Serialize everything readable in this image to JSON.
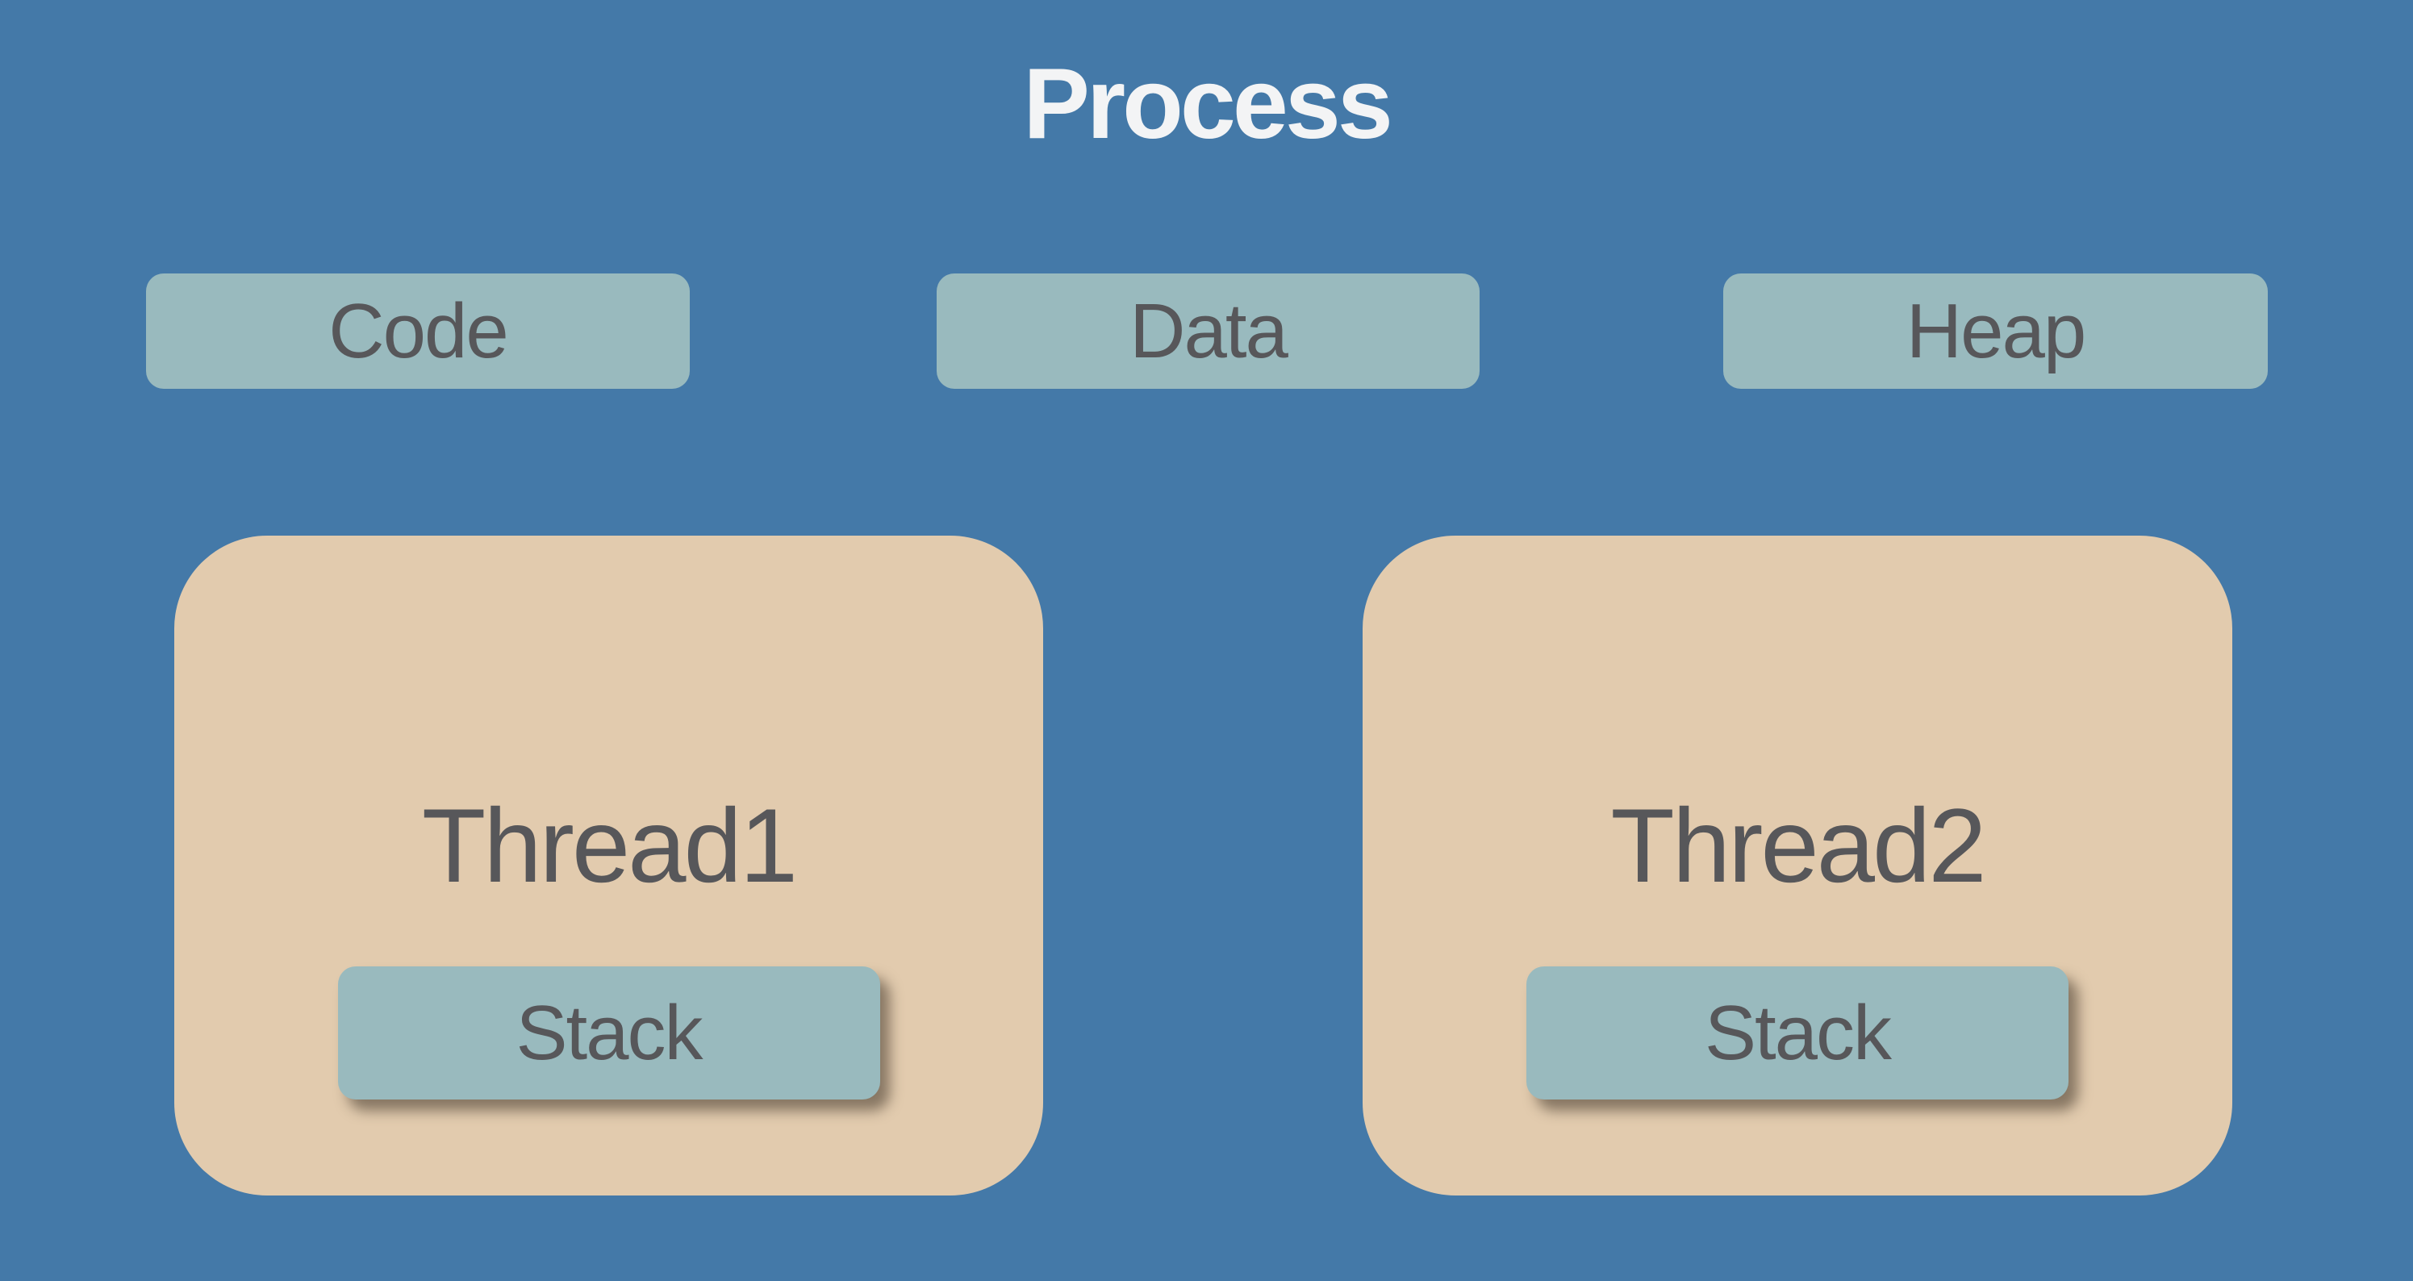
{
  "diagram": {
    "title": "Process",
    "memory_segments": [
      {
        "label": "Code"
      },
      {
        "label": "Data"
      },
      {
        "label": "Heap"
      }
    ],
    "threads": [
      {
        "label": "Thread1",
        "stack": {
          "label": "Stack"
        }
      },
      {
        "label": "Thread2",
        "stack": {
          "label": "Stack"
        }
      }
    ]
  },
  "colors": {
    "background": "#4479A8",
    "segment-box": "#99BABE",
    "thread-box": "#E2CBAE",
    "label-text": "#57575A",
    "title-text": "#F3F4F5",
    "stack-shadow": "#2D231980"
  }
}
